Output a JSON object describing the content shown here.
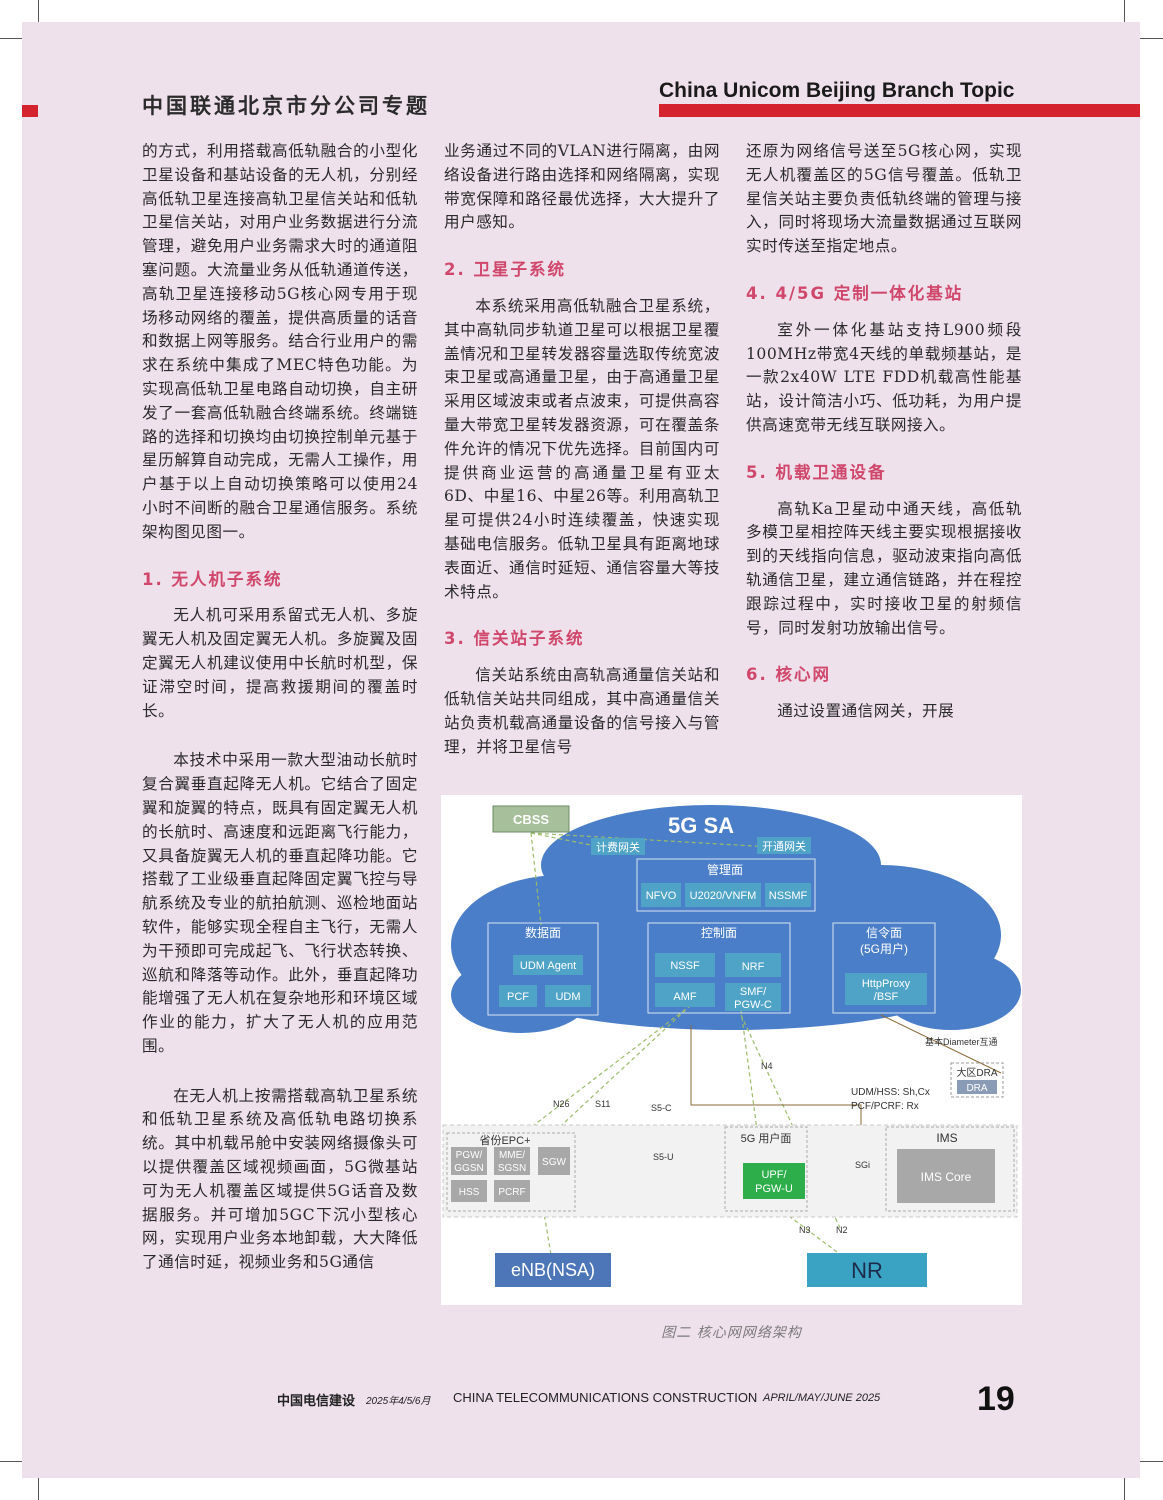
{
  "header": {
    "title_cn": "中国联通北京市分公司专题",
    "title_en": "China Unicom Beijing Branch Topic"
  },
  "col1": {
    "p1": "的方式，利用搭载高低轨融合的小型化卫星设备和基站设备的无人机，分别经高低轨卫星连接高轨卫星信关站和低轨卫星信关站，对用户业务数据进行分流管理，避免用户业务需求大时的通道阻塞问题。大流量业务从低轨通道传送，高轨卫星连接移动5G核心网专用于现场移动网络的覆盖，提供高质量的话音和数据上网等服务。结合行业用户的需求在系统中集成了MEC特色功能。为实现高低轨卫星电路自动切换，自主研发了一套高低轨融合终端系统。终端链路的选择和切换均由切换控制单元基于星历解算自动完成，无需人工操作，用户基于以上自动切换策略可以使用24小时不间断的融合卫星通信服务。系统架构图见图一。",
    "h1": "1. 无人机子系统",
    "p2": "无人机可采用系留式无人机、多旋翼无人机及固定翼无人机。多旋翼及固定翼无人机建议使用中长航时机型，保证滞空时间，提高救援期间的覆盖时长。",
    "p3": "本技术中采用一款大型油动长航时复合翼垂直起降无人机。它结合了固定翼和旋翼的特点，既具有固定翼无人机的长航时、高速度和远距离飞行能力，又具备旋翼无人机的垂直起降功能。它搭载了工业级垂直起降固定翼飞控与导航系统及专业的航拍航测、巡检地面站软件，能够实现全程自主飞行，无需人为干预即可完成起飞、飞行状态转换、巡航和降落等动作。此外，垂直起降功能增强了无人机在复杂地形和环境区域作业的能力，扩大了无人机的应用范围。",
    "p4": "在无人机上按需搭载高轨卫星系统和低轨卫星系统及高低轨电路切换系统。其中机载吊舱中安装网络摄像头可以提供覆盖区域视频画面，5G微基站可为无人机覆盖区域提供5G话音及数据服务。并可增加5GC下沉小型核心网，实现用户业务本地卸载，大大降低了通信时延，视频业务和5G通信"
  },
  "col2": {
    "p1": "业务通过不同的VLAN进行隔离，由网络设备进行路由选择和网络隔离，实现带宽保障和路径最优选择，大大提升了用户感知。",
    "h2": "2. 卫星子系统",
    "p2": "本系统采用高低轨融合卫星系统，其中高轨同步轨道卫星可以根据卫星覆盖情况和卫星转发器容量选取传统宽波束卫星或高通量卫星，由于高通量卫星采用区域波束或者点波束，可提供高容量大带宽卫星转发器资源，可在覆盖条件允许的情况下优先选择。目前国内可提供商业运营的高通量卫星有亚太6D、中星16、中星26等。利用高轨卫星可提供24小时连续覆盖，快速实现基础电信服务。低轨卫星具有距离地球表面近、通信时延短、通信容量大等技术特点。",
    "h3": "3. 信关站子系统",
    "p3": "信关站系统由高轨高通量信关站和低轨信关站共同组成，其中高通量信关站负责机载高通量设备的信号接入与管理，并将卫星信号"
  },
  "col3": {
    "p1": "还原为网络信号送至5G核心网，实现无人机覆盖区的5G信号覆盖。低轨卫星信关站主要负责低轨终端的管理与接入，同时将现场大流量数据通过互联网实时传送至指定地点。",
    "h4": "4. 4/5G 定制一体化基站",
    "p2": "室外一体化基站支持L900频段100MHz带宽4天线的单载频基站，是一款2x40W LTE FDD机载高性能基站，设计简洁小巧、低功耗，为用户提供高速宽带无线互联网接入。",
    "h5": "5. 机载卫通设备",
    "p3": "高轨Ka卫星动中通天线，高低轨多模卫星相控阵天线主要实现根据接收到的天线指向信息，驱动波束指向高低轨通信卫星，建立通信链路，并在程控跟踪过程中，实时接收卫星的射频信号，同时发射功放输出信号。",
    "h6": "6. 核心网",
    "p4": "通过设置通信网关，开展"
  },
  "figure": {
    "cbss": "CBSS",
    "title": "5G SA",
    "billing_gw": "计费网关",
    "open_gw": "开通网关",
    "mgmt_plane": "管理面",
    "nfvo": "NFVO",
    "vnfm": "U2020/VNFM",
    "nssmf": "NSSMF",
    "data_plane": "数据面",
    "udm_agent": "UDM Agent",
    "pcf": "PCF",
    "udm": "UDM",
    "ctrl_plane": "控制面",
    "nssf": "NSSF",
    "nrf": "NRF",
    "amf": "AMF",
    "smf1": "SMF/",
    "smf2": "PGW-C",
    "sig_plane1": "信令面",
    "sig_plane2": "(5G用户)",
    "http1": "HttpProxy",
    "http2": "/BSF",
    "diameter": "基本Diameter互通",
    "dra_region": "大区DRA",
    "dra": "DRA",
    "n4": "N4",
    "udm_hss": "UDM/HSS: Sh,Cx",
    "pcf_pcrf": "PCF/PCRF: Rx",
    "n26": "N26",
    "s11": "S11",
    "s5c": "S5-C",
    "epc": "省份EPC+",
    "pgw1": "PGW/",
    "pgw2": "GGSN",
    "mme1": "MME/",
    "mme2": "SGSN",
    "sgw": "SGW",
    "hss": "HSS",
    "pcrf": "PCRF",
    "s5u": "S5-U",
    "up5g": "5G 用户面",
    "upf1": "UPF/",
    "upf2": "PGW-U",
    "sgi": "SGi",
    "ims": "IMS",
    "ims_core": "IMS Core",
    "n3": "N3",
    "n2": "N2",
    "enb": "eNB(NSA)",
    "nr": "NR",
    "caption": "图二 核心网网络架构"
  },
  "footer": {
    "mag_cn": "中国电信建设",
    "date_cn": "2025年4/5/6月",
    "mag_en": "CHINA TELECOMMUNICATIONS CONSTRUCTION",
    "date_en": "APRIL/MAY/JUNE 2025",
    "page": "19"
  }
}
